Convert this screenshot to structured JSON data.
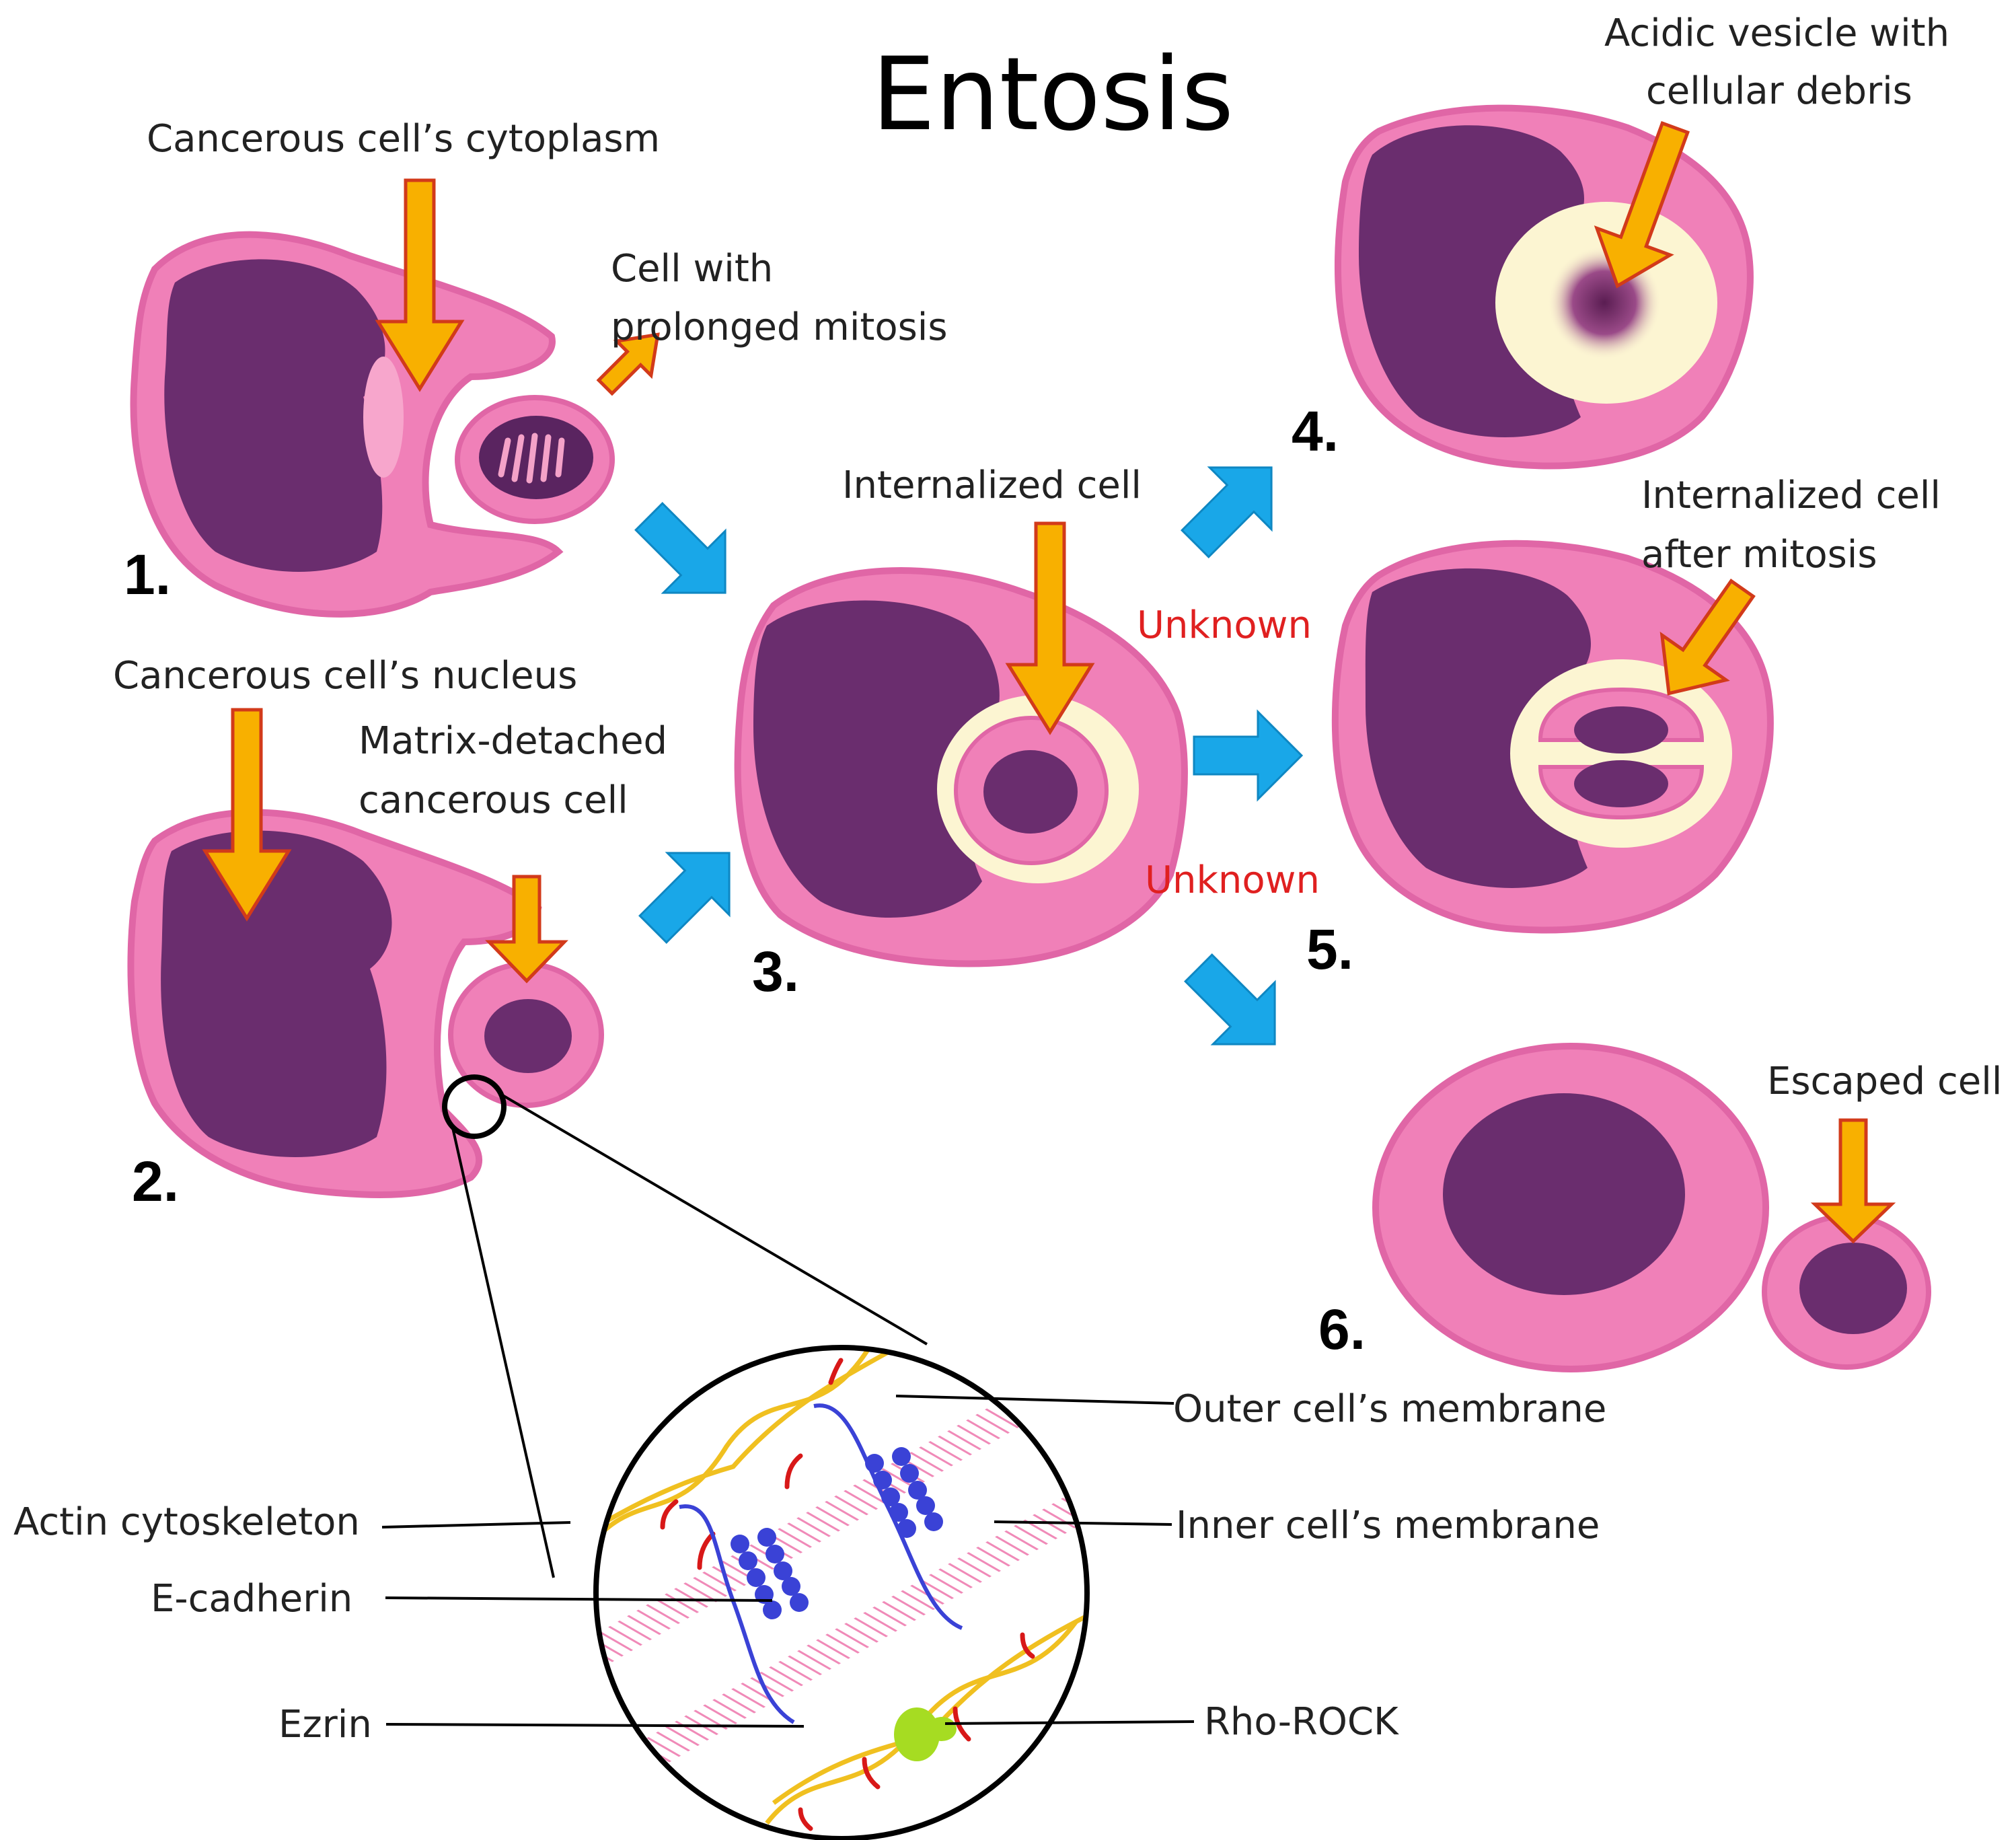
{
  "title": "Entosis",
  "colors": {
    "cytoplasm": "#f080b8",
    "membrane_edge": "#e066a6",
    "nucleus": "#6a2d6e",
    "vacuole": "#fcf5d2",
    "arrow_orange": "#f8b000",
    "arrow_edge": "#d23a1a",
    "arrow_blue": "#19a7e8",
    "unknown_red": "#e02020",
    "actin": "#f0c020",
    "ezrin": "#d81818",
    "cadherin": "#3a42d6",
    "rho_rock": "#a6dc22"
  },
  "stage_numbers": [
    "1.",
    "2.",
    "3.",
    "4.",
    "5.",
    "6."
  ],
  "labels": {
    "cytoplasm": "Cancerous cell’s cytoplasm",
    "prolonged_mitosis_line1": "Cell with",
    "prolonged_mitosis_line2": "prolonged mitosis",
    "nucleus": "Cancerous cell’s nucleus",
    "matrix_detached_line1": "Matrix-detached",
    "matrix_detached_line2": "cancerous cell",
    "internalized": "Internalized cell",
    "unknown": "Unknown",
    "acidic_line1": "Acidic vesicle with",
    "acidic_line2": "cellular debris",
    "after_mitosis_line1": "Internalized cell",
    "after_mitosis_line2": "after mitosis",
    "escaped": "Escaped cell"
  },
  "inset_labels": {
    "outer_membrane": "Outer cell’s membrane",
    "inner_membrane": "Inner cell’s membrane",
    "actin": "Actin cytoskeleton",
    "ecadherin": "E-cadherin",
    "ezrin": "Ezrin",
    "rho_rock": "Rho-ROCK"
  }
}
